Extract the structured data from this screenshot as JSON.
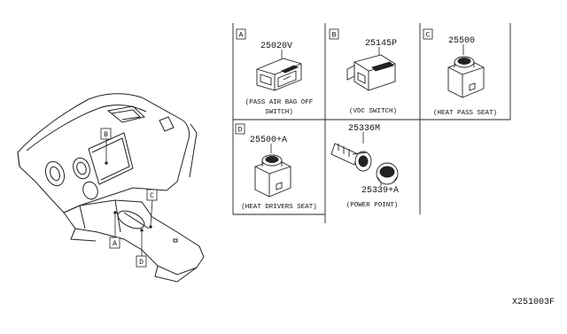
{
  "callouts": {
    "A": "A",
    "B": "B",
    "C": "C",
    "D": "D"
  },
  "panels": [
    {
      "letter": "A",
      "part_numbers": [
        "25020V"
      ],
      "caption_lines": [
        "(PASS AIR BAG OFF",
        "SWITCH)"
      ]
    },
    {
      "letter": "B",
      "part_numbers": [
        "25145P"
      ],
      "caption_lines": [
        "(VDC SWITCH)"
      ]
    },
    {
      "letter": "C",
      "part_numbers": [
        "25500"
      ],
      "caption_lines": [
        "(HEAT PASS SEAT)"
      ]
    },
    {
      "letter": "D",
      "part_numbers": [
        "25500+A"
      ],
      "caption_lines": [
        "(HEAT DRIVERS SEAT)"
      ]
    },
    {
      "letter": "",
      "part_numbers": [
        "25336M",
        "25339+A"
      ],
      "caption_lines": [
        "(POWER POINT)"
      ]
    }
  ],
  "diagram_code": "X251003F"
}
